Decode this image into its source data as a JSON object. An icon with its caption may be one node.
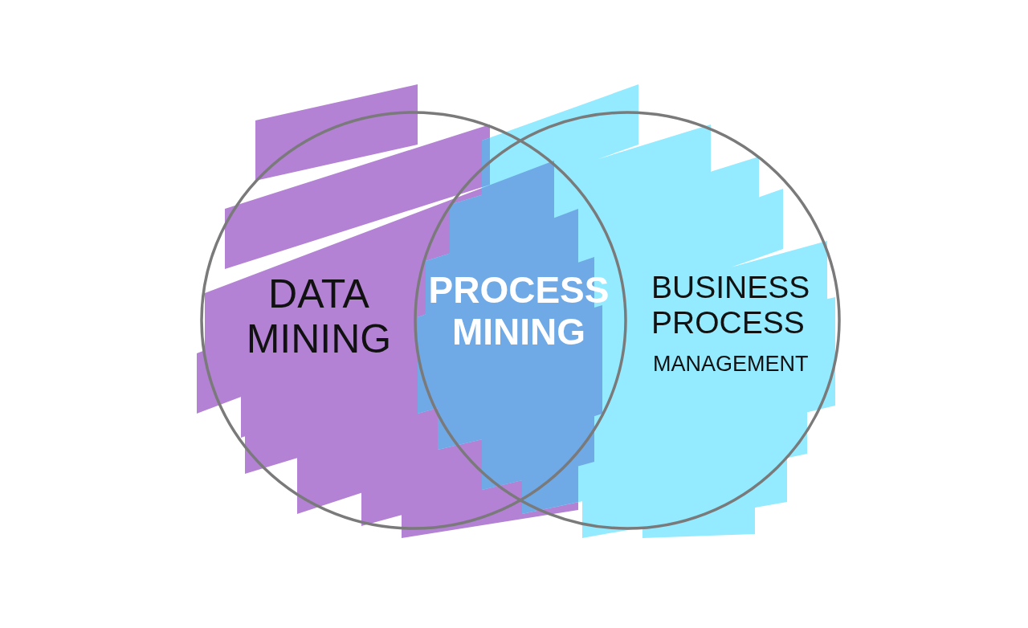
{
  "diagram": {
    "nodes": [
      {
        "text": [
          "DATA MINING"
        ]
      },
      {
        "text": [
          "BUSINESS PROCESS",
          "MANAGEMENT"
        ]
      }
    ],
    "labels": [
      "PROCESS MINING"
    ]
  }
}
